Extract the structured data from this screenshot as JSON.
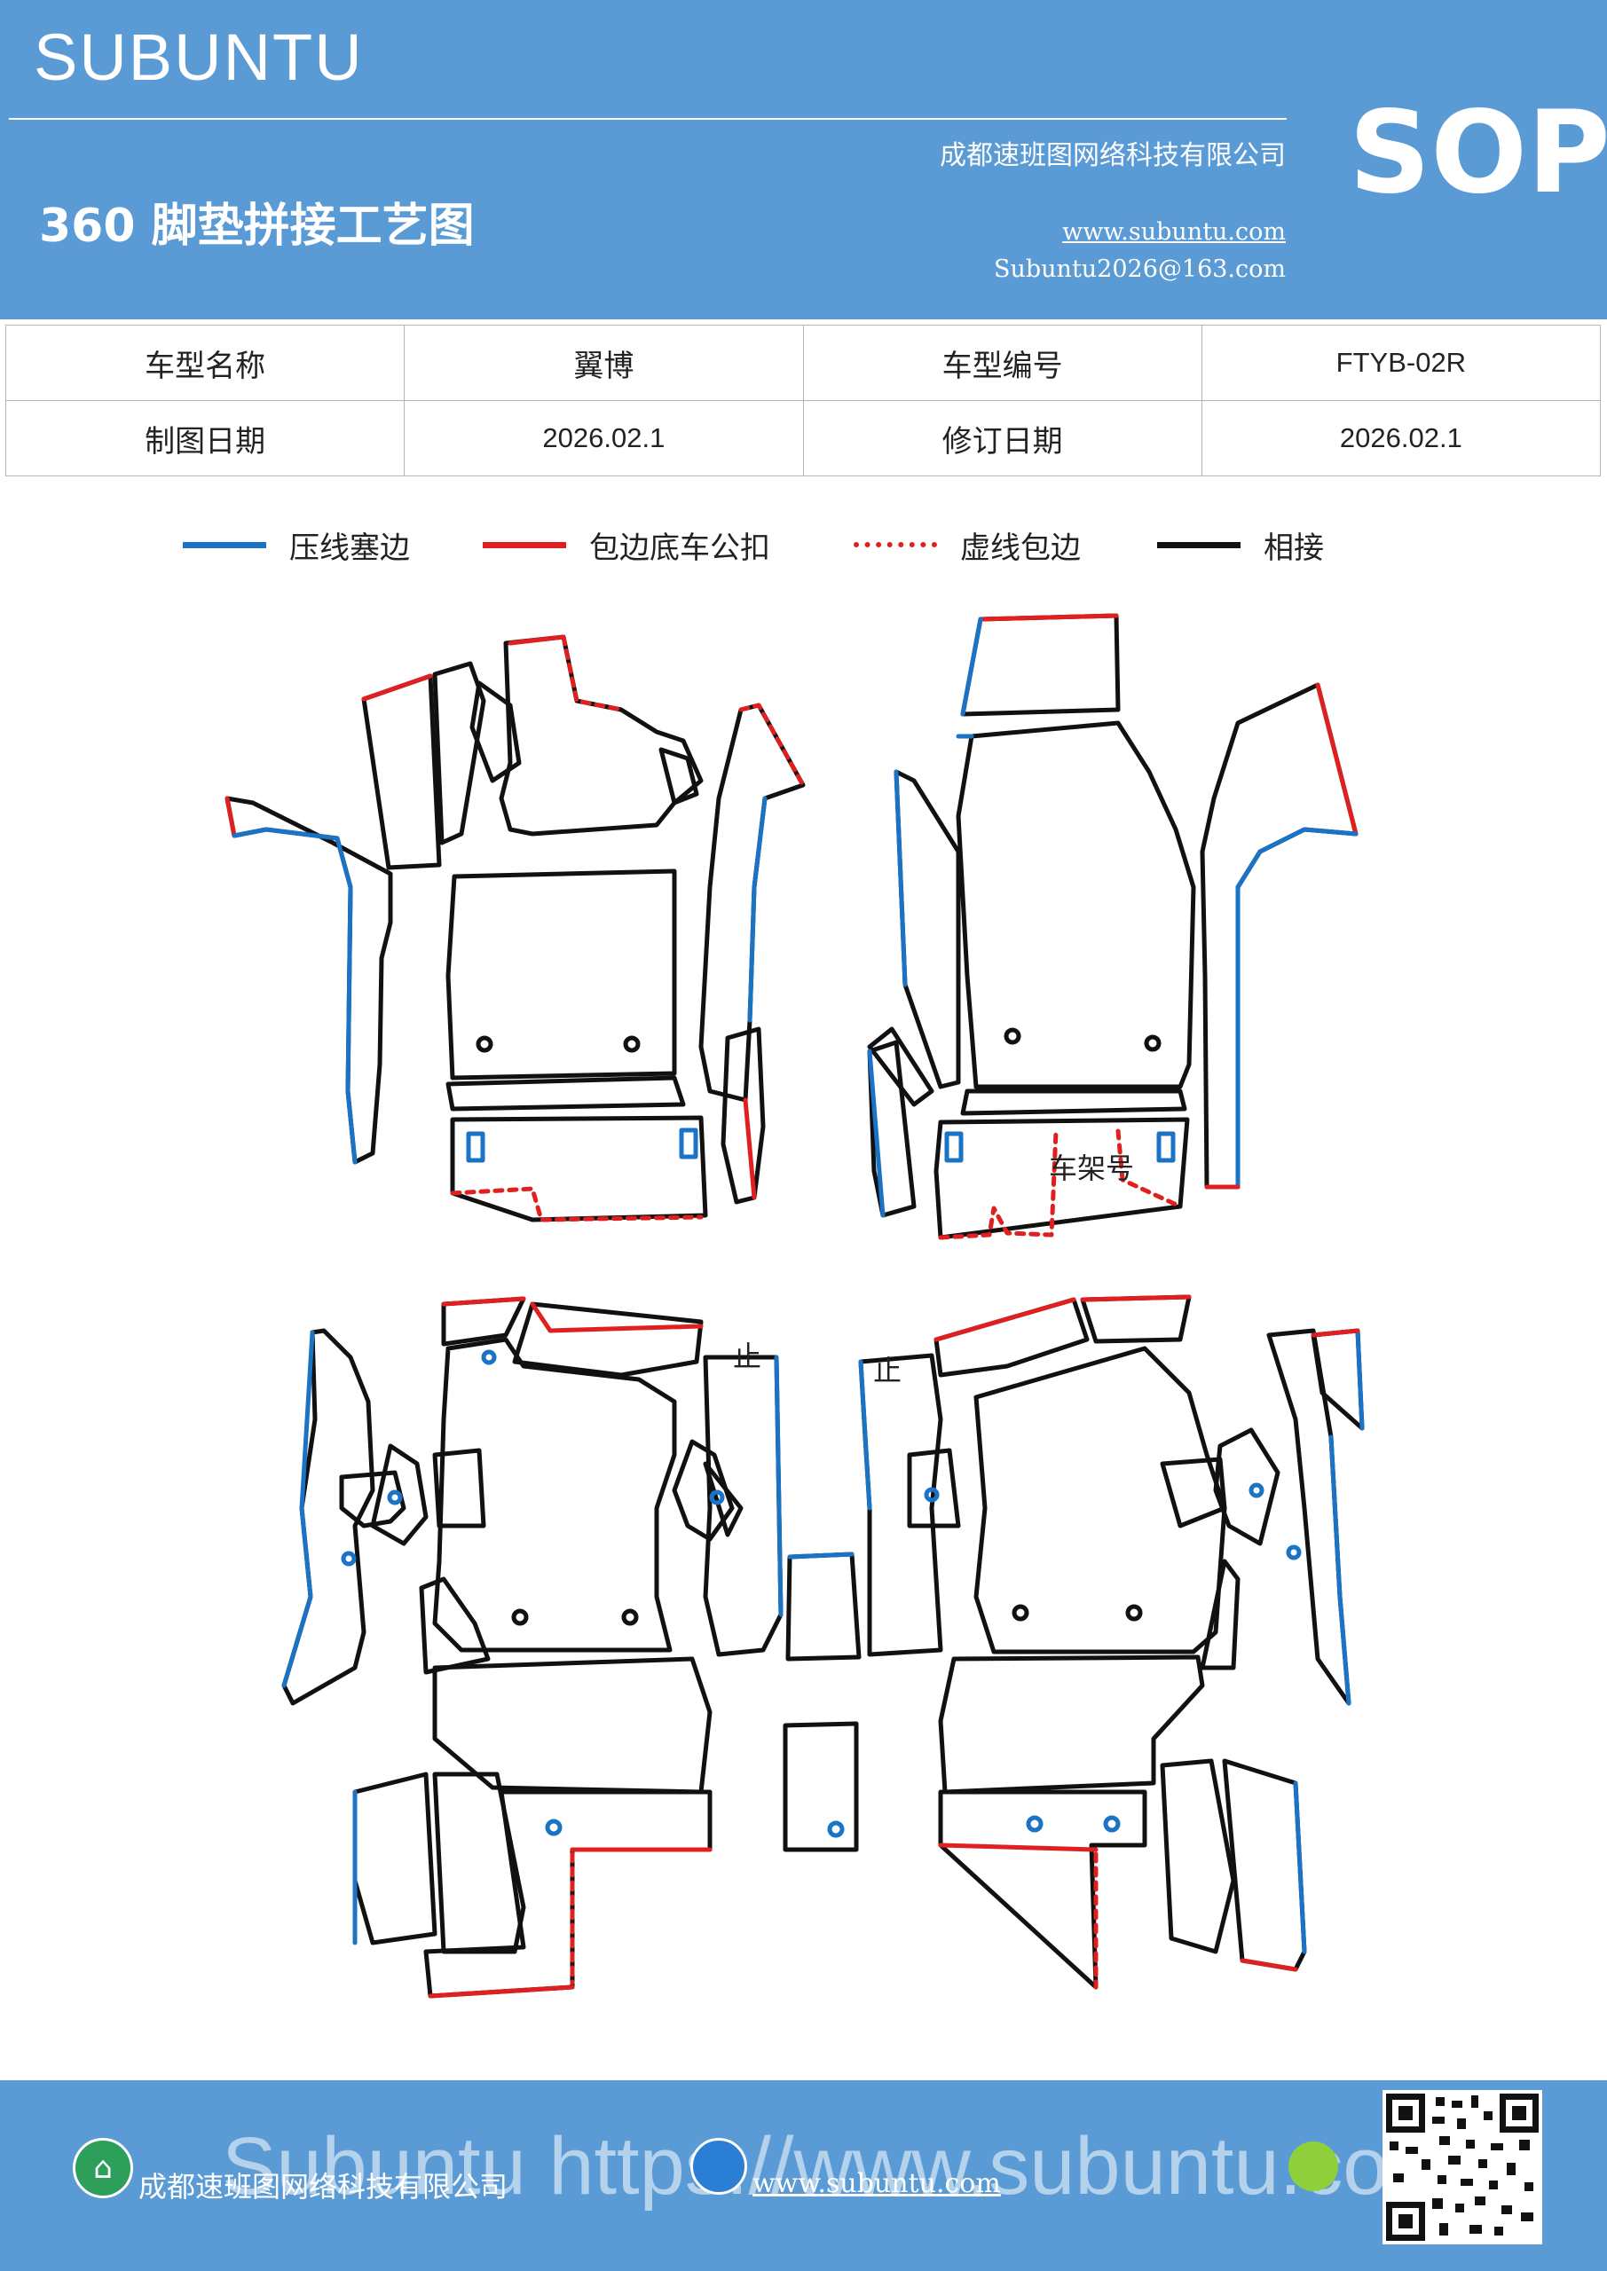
{
  "header": {
    "brand": "SUBUNTU",
    "title": "360 脚垫拼接工艺图",
    "company": "成都速班图网络科技有限公司",
    "website": "www.subuntu.com",
    "email": "Subuntu2026@163.com",
    "badge": "SOP"
  },
  "info_table": {
    "rows": [
      {
        "k1": "车型名称",
        "v1": "翼博",
        "k2": "车型编号",
        "v2": "FTYB-02R"
      },
      {
        "k1": "制图日期",
        "v1": "2026.02.1",
        "k2": "修订日期",
        "v2": "2026.02.1"
      }
    ]
  },
  "legend": [
    {
      "label": "压线塞边",
      "color": "#1a73c4",
      "style": "solid"
    },
    {
      "label": "包边底车公扣",
      "color": "#e02020",
      "style": "solid"
    },
    {
      "label": "虚线包边",
      "color": "#e02020",
      "style": "dashed"
    },
    {
      "label": "相接",
      "color": "#111111",
      "style": "solid"
    }
  ],
  "diagram": {
    "frame_label": "车架号",
    "stop_mark": "止"
  },
  "footer": {
    "company": "成都速班图网络科技有限公司",
    "url": "www.subuntu.com",
    "watermark": "Subuntu https://www.subuntu.com",
    "icons": [
      "building-icon",
      "globe-icon",
      "android-icon",
      "qr-code"
    ]
  }
}
